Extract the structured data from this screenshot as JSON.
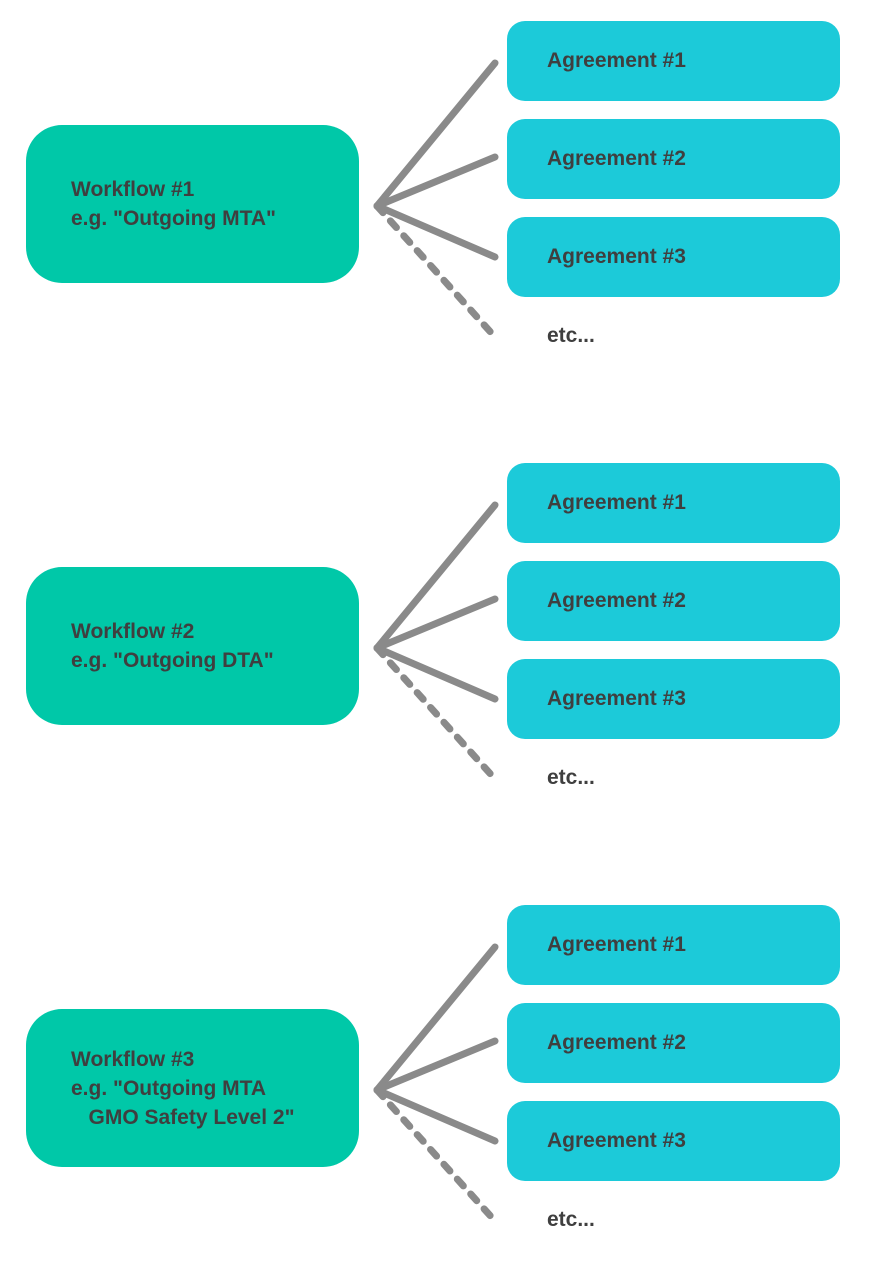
{
  "colors": {
    "workflow_fill": "#00c8a8",
    "agreement_fill": "#1ccad9",
    "connector": "#8a8a8a",
    "text": "#3f3f3f"
  },
  "groups": [
    {
      "workflow": {
        "line1": "Workflow #1",
        "line2": "e.g. \"Outgoing MTA\"",
        "line3": ""
      },
      "agreements": [
        "Agreement #1",
        "Agreement #2",
        "Agreement #3"
      ],
      "more_label": "etc..."
    },
    {
      "workflow": {
        "line1": "Workflow #2",
        "line2": "e.g. \"Outgoing DTA\"",
        "line3": ""
      },
      "agreements": [
        "Agreement #1",
        "Agreement #2",
        "Agreement #3"
      ],
      "more_label": "etc..."
    },
    {
      "workflow": {
        "line1": "Workflow #3",
        "line2": "e.g. \"Outgoing MTA",
        "line3": "   GMO Safety Level 2\""
      },
      "agreements": [
        "Agreement #1",
        "Agreement #2",
        "Agreement #3"
      ],
      "more_label": "etc..."
    }
  ]
}
